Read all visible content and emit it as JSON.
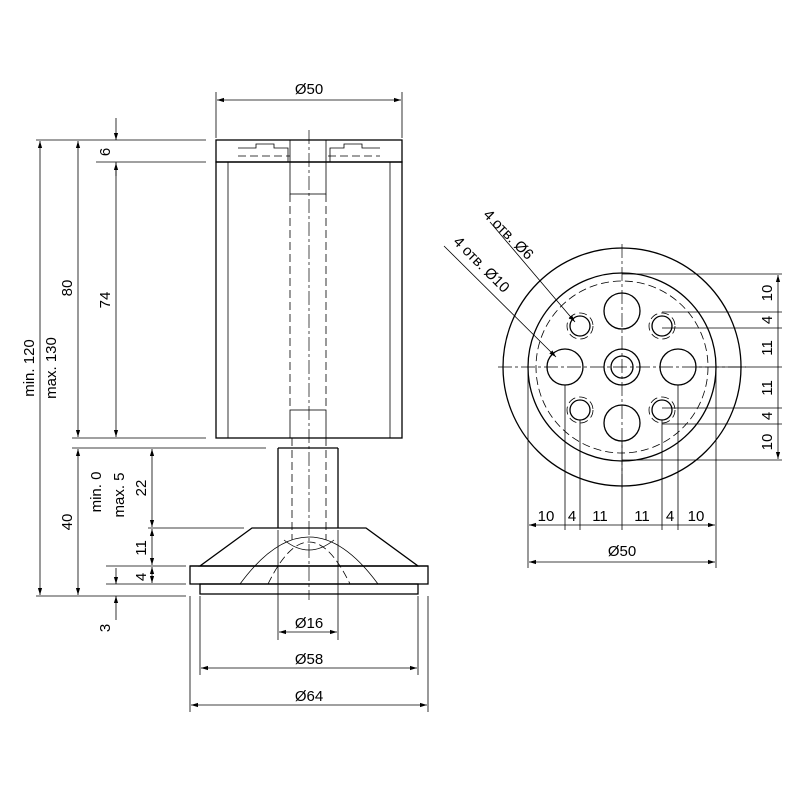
{
  "side_view": {
    "top_diameter": "Ø50",
    "cap_height": "6",
    "body_height": "80",
    "inner_height": "74",
    "total_min": "min. 120",
    "total_max": "max. 130",
    "adjust_min": "min. 0",
    "adjust_max": "max. 5",
    "stem_height": "22",
    "base_height": "40",
    "cone_height": "11",
    "plate_height": "4",
    "pad_height": "3",
    "stem_diameter": "Ø16",
    "pad_diameter": "Ø58",
    "base_diameter": "Ø64"
  },
  "top_view": {
    "holes_small": "4 отв. Ø6",
    "holes_large": "4 отв. Ø10",
    "right_dims": [
      "10",
      "4",
      "11",
      "11",
      "4",
      "10"
    ],
    "bottom_dims": [
      "10",
      "4",
      "11",
      "11",
      "4",
      "10"
    ],
    "overall_diameter": "Ø50"
  }
}
